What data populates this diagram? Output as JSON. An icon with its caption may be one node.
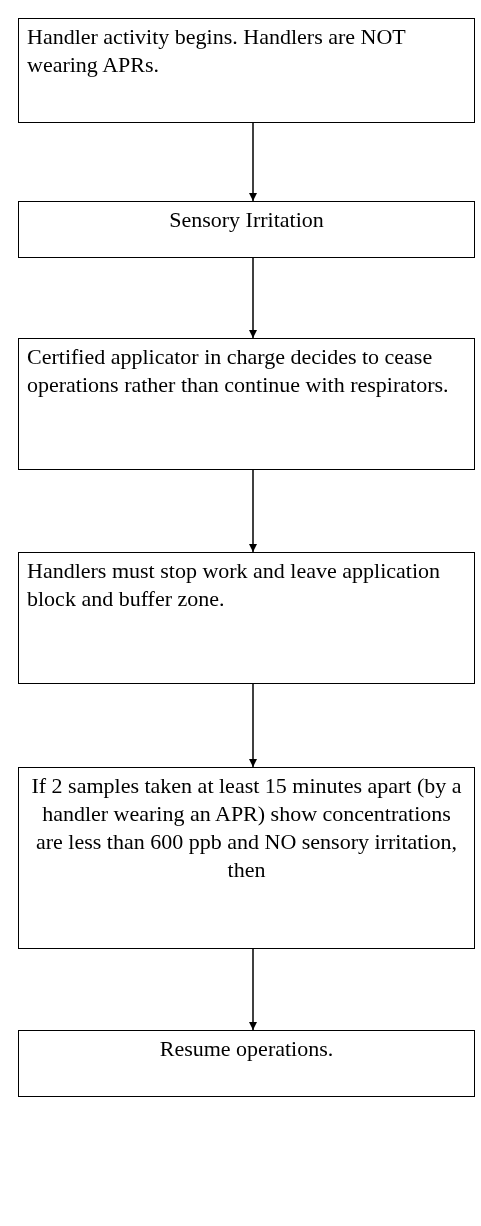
{
  "diagram": {
    "nodes": [
      {
        "text": [
          "Handler activity begins. Handlers are NOT wearing APRs."
        ]
      },
      {
        "text": [
          "Sensory Irritation"
        ]
      },
      {
        "text": [
          "Certified applicator in charge decides to cease operations rather than continue with respirators."
        ]
      },
      {
        "text": [
          "Handlers must stop work and leave application block and buffer zone."
        ]
      },
      {
        "text": [
          "If 2 samples taken at least 15 minutes apart (by a handler wearing an APR) show concentrations are less than 600 ppb and NO sensory irritation, then"
        ]
      },
      {
        "text": [
          "Resume operations."
        ]
      }
    ],
    "edges": [
      {
        "from": 0,
        "to": 1,
        "arrow": "to"
      },
      {
        "from": 1,
        "to": 2,
        "arrow": "to"
      },
      {
        "from": 2,
        "to": 3,
        "arrow": "to"
      },
      {
        "from": 3,
        "to": 4,
        "arrow": "to"
      },
      {
        "from": 4,
        "to": 5,
        "arrow": "to"
      }
    ]
  }
}
